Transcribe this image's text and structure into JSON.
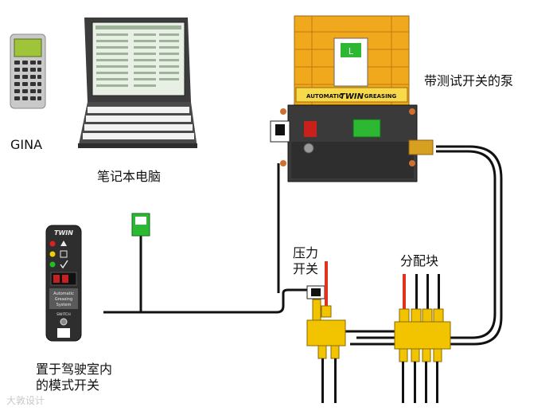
{
  "labels": {
    "gina": "GINA",
    "laptop": "笔记本电脑",
    "pump": "带测试开关的泵",
    "pressure_switch_line1": "压力",
    "pressure_switch_line2": "开关",
    "divider_block": "分配块",
    "mode_switch_line1": "置于驾驶室内",
    "mode_switch_line2": "的模式开关"
  },
  "pump": {
    "band_left": "AUTOMATIC",
    "band_brand": "TWIN",
    "band_right": "GREASING",
    "body_color": "#f0a81c",
    "base_color": "#3a3a3a"
  },
  "mode_switch_device": {
    "brand": "TWIN",
    "text_line1": "Automatic",
    "text_line2": "Greasing",
    "text_line3": "System",
    "switch_label": "SWITCH"
  },
  "colors": {
    "cable": "#111111",
    "hose_red": "#e0321e",
    "brass": "#f2c400",
    "sensor_green": "#2cb832"
  },
  "watermark": "大敦设计"
}
